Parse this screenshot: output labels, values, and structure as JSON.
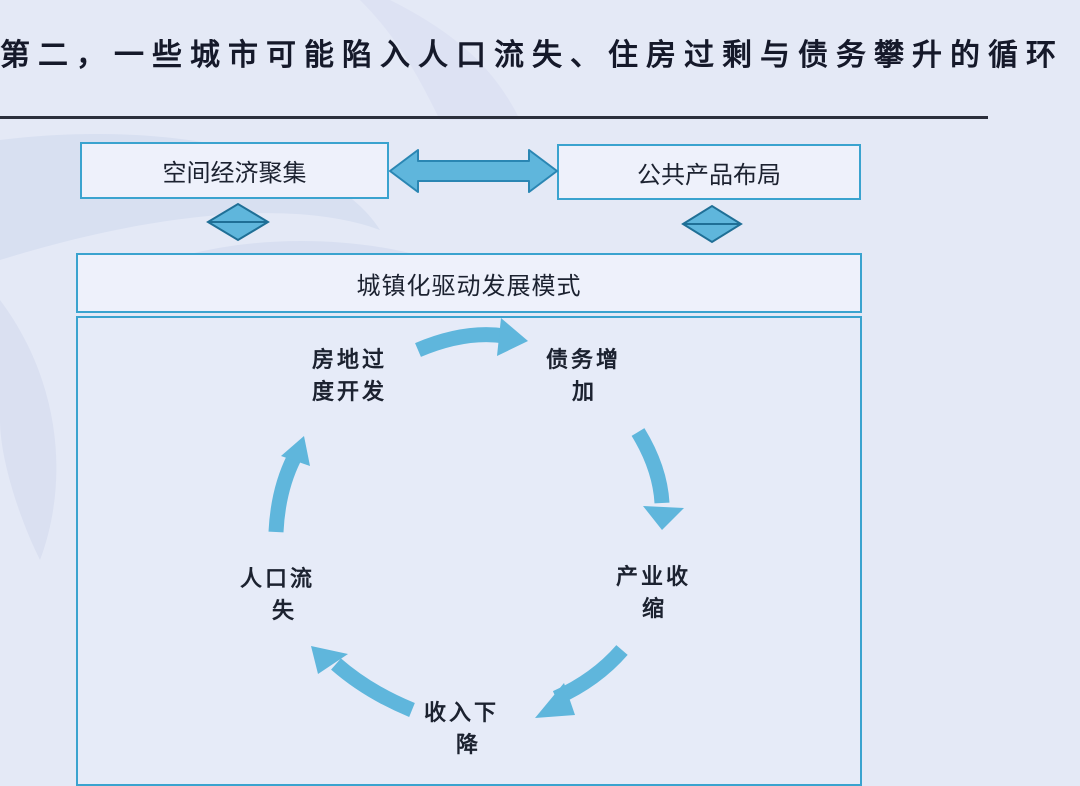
{
  "slide": {
    "title": "第二，一些城市可能陷入人口流失、住房过剩与债务攀升的循环"
  },
  "top_boxes": {
    "left_label": "空间经济聚集",
    "right_label": "公共产品布局"
  },
  "mode_label": "城镇化驱动发展模式",
  "cycle": {
    "nodes": [
      {
        "line1": "房地过",
        "line2": "度开发"
      },
      {
        "line1": "债务增",
        "line2": "加"
      },
      {
        "line1": "产业收",
        "line2": "缩"
      },
      {
        "line1": "收入下",
        "line2": "降"
      },
      {
        "line1": "人口流",
        "line2": "失"
      }
    ]
  },
  "colors": {
    "accent": "#3aa3cf",
    "arrow_fill": "#5fb6dc",
    "title_text": "#15192a"
  }
}
